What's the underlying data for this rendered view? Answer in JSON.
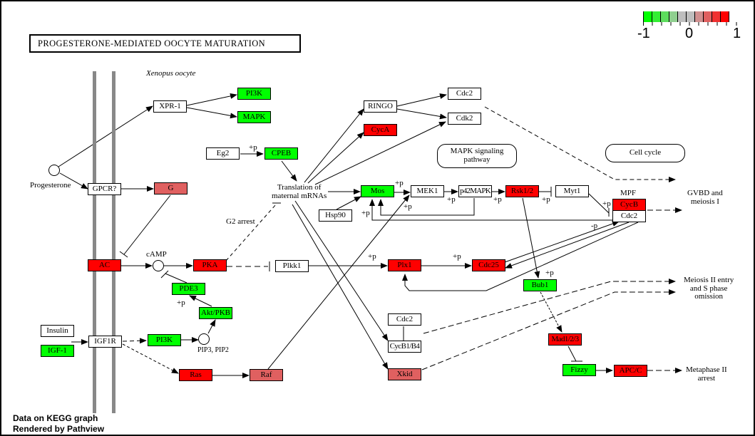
{
  "title": "PROGESTERONE-MEDIATED OOCYTE MATURATION",
  "subtitle": "Xenopus oocyte",
  "colors": {
    "up_strong": "#ff0000",
    "up_medium": "#e06060",
    "down_strong": "#00ff00",
    "neutral": "#ffffff"
  },
  "legend": {
    "colors": [
      "#00ff00",
      "#33ee33",
      "#5ddd5d",
      "#8fcf8f",
      "#bebebe",
      "#bebebe",
      "#d09090",
      "#e06060",
      "#f03030",
      "#ff0000"
    ],
    "min_label": "-1",
    "mid_label": "0",
    "max_label": "1"
  },
  "nodes": {
    "xpr1": {
      "label": "XPR-1",
      "value": null
    },
    "pi3k_top": {
      "label": "PI3K",
      "value": -1
    },
    "mapk_top": {
      "label": "MAPK",
      "value": -1
    },
    "gpcr": {
      "label": "GPCR?",
      "value": null
    },
    "g": {
      "label": "G",
      "value": 0.6
    },
    "ac": {
      "label": "AC",
      "value": 1
    },
    "pka": {
      "label": "PKA",
      "value": 1
    },
    "pde3": {
      "label": "PDE3",
      "value": -1
    },
    "akt": {
      "label": "Akt/PKB",
      "value": -1
    },
    "insulin": {
      "label": "Insulin",
      "value": null
    },
    "igf1": {
      "label": "IGF-1",
      "value": -1
    },
    "igf1r": {
      "label": "IGF1R",
      "value": null
    },
    "pi3k_low": {
      "label": "PI3K",
      "value": -1
    },
    "ras": {
      "label": "Ras",
      "value": 1
    },
    "raf": {
      "label": "Raf",
      "value": 0.6
    },
    "eg2": {
      "label": "Eg2",
      "value": null
    },
    "cpeb": {
      "label": "CPEB",
      "value": -1
    },
    "ringo": {
      "label": "RINGO",
      "value": null
    },
    "cyca": {
      "label": "CycA",
      "value": 1
    },
    "cdc2_top": {
      "label": "Cdc2",
      "value": null
    },
    "cdk2": {
      "label": "Cdk2",
      "value": null
    },
    "mos": {
      "label": "Mos",
      "value": -1
    },
    "hsp90": {
      "label": "Hsp90",
      "value": null
    },
    "mek1": {
      "label": "MEK1",
      "value": null
    },
    "p42mapk": {
      "label": "p42MAPK",
      "value": null
    },
    "rsk": {
      "label": "Rsk1/2",
      "value": 1
    },
    "myt1": {
      "label": "Myt1",
      "value": null
    },
    "cycb": {
      "label": "CycB",
      "value": 1
    },
    "cdc2_mpf": {
      "label": "Cdc2",
      "value": null
    },
    "plkk1": {
      "label": "Plkk1",
      "value": null
    },
    "plx1": {
      "label": "Plx1",
      "value": 1
    },
    "cdc25": {
      "label": "Cdc25",
      "value": 1
    },
    "bub1": {
      "label": "Bub1",
      "value": -1
    },
    "cdc2_mid": {
      "label": "Cdc2",
      "value": null
    },
    "cycb1b4": {
      "label": "CycB1/B4",
      "value": null
    },
    "xkid": {
      "label": "Xkid",
      "value": 0.6
    },
    "mad": {
      "label": "Mad1/2/3",
      "value": 1
    },
    "fizzy": {
      "label": "Fizzy",
      "value": -1
    },
    "apcc": {
      "label": "APC/C",
      "value": 1
    }
  },
  "labels": {
    "progesterone": "Progesterone",
    "camp": "cAMP",
    "pip": "PIP3, PIP2",
    "translation_1": "Translation of",
    "translation_2": "maternal mRNAs",
    "g2arrest": "G2 arrest",
    "mpf": "MPF",
    "gvbd_1": "GVBD and",
    "gvbd_2": "meiosis I",
    "meiosis2_1": "Meiosis II entry",
    "meiosis2_2": "and S phase",
    "meiosis2_3": "omission",
    "metaphase_1": "Metaphase II",
    "metaphase_2": "arrest",
    "plus_p": "+p",
    "minus_p": "-p"
  },
  "pathways": {
    "mapk_1": "MAPK signaling",
    "mapk_2": "pathway",
    "cellcycle": "Cell cycle"
  },
  "footer": {
    "line1": "Data on KEGG graph",
    "line2": "Rendered by Pathview"
  }
}
